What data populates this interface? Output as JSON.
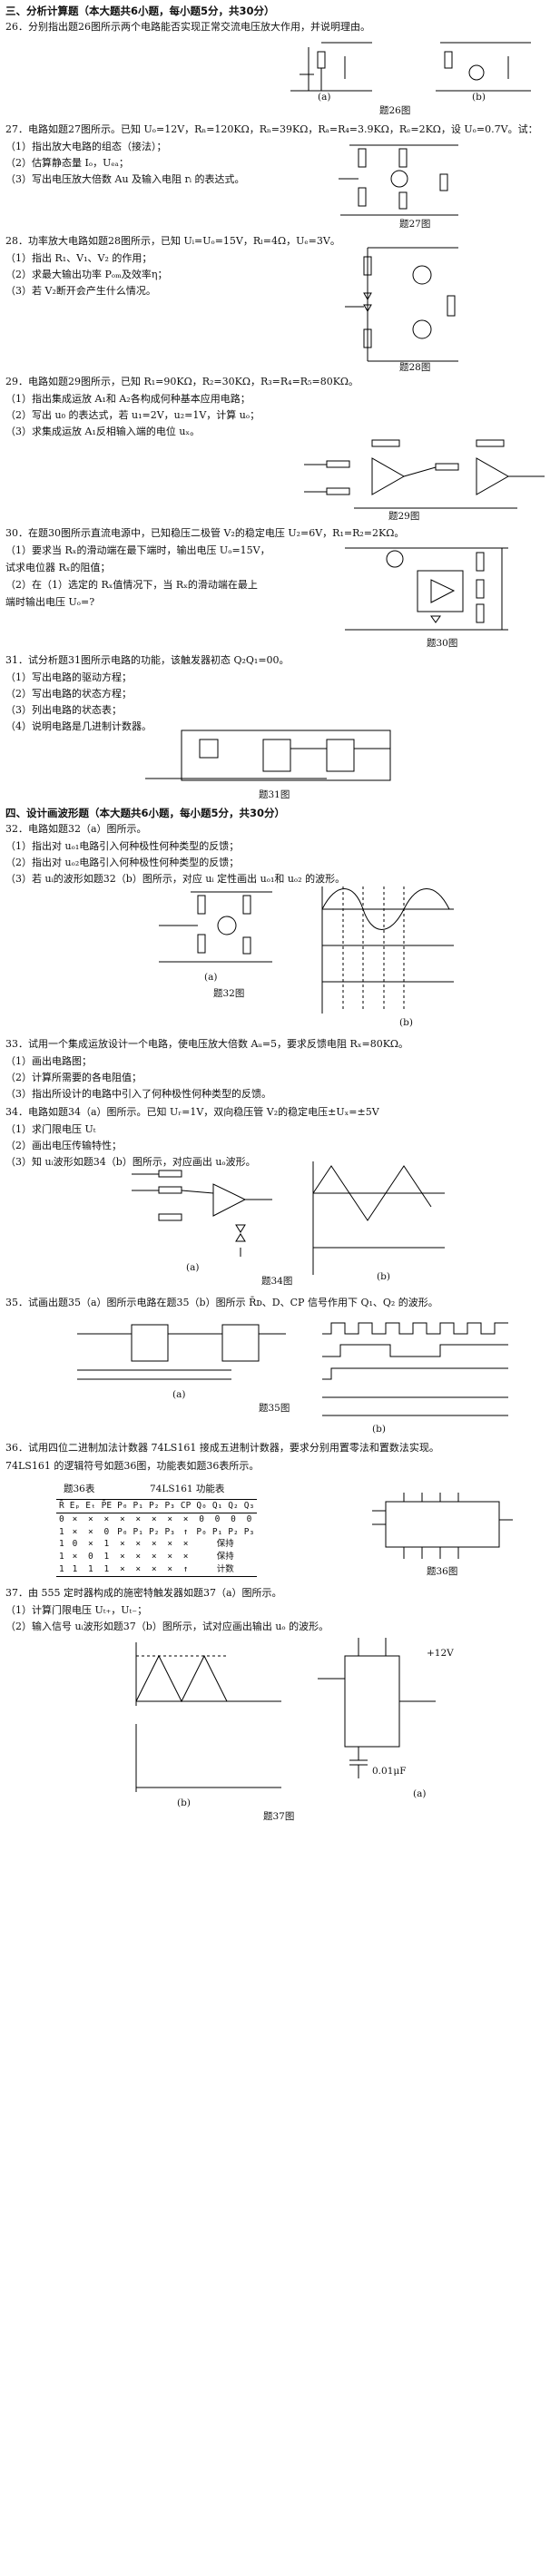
{
  "sections": {
    "s3": "三、分析计算题（本大题共6小题，每小题5分，共30分）",
    "s4": "四、设计画波形题（本大题共6小题，每小题5分，共30分）"
  },
  "q26": {
    "text": "26．分别指出题26图所示两个电路能否实现正常交流电压放大作用，并说明理由。",
    "caption": "题26图",
    "label_a": "(a)",
    "label_b": "(b)"
  },
  "q27": {
    "text": "27．电路如题27图所示。已知 Uₒ=12V，Rₙ=120KΩ，Rₙ=39KΩ，Rₐ=R₄=3.9KΩ，Rₑ=2KΩ，设 Uₒ=0.7V。试：",
    "items": [
      "（1）指出放大电路的组态（接法）；",
      "（2）估算静态量 Iₒ，Uₑₐ；",
      "（3）写出电压放大倍数 Au 及输入电阻 rᵢ 的表达式。"
    ],
    "caption": "题27图"
  },
  "q28": {
    "text": "28．功率放大电路如题28图所示，已知 Uᵢ=Uₒ=15V，Rₗ=4Ω，Uₑ=3V。",
    "items": [
      "（1）指出 R₁、V₁、V₂ 的作用；",
      "（2）求最大输出功率 Pₒₘ及效率η；",
      "（3）若 V₂断开会产生什么情况。"
    ],
    "caption": "题28图"
  },
  "q29": {
    "text": "29．电路如题29图所示，已知 R₁=90KΩ，R₂=30KΩ，R₃=R₄=R₅=80KΩ。",
    "items": [
      "（1）指出集成运放 A₁和 A₂各构成何种基本应用电路；",
      "（2）写出 u₀ 的表达式，若 u₁=2V，u₂=1V，计算 uₒ；",
      "（3）求集成运放 A₁反相输入端的电位 uₓ。"
    ],
    "caption": "题29图"
  },
  "q30": {
    "lines": [
      "30．在题30图所示直流电源中，已知稳压二极管 V₂的稳定电压 U₂=6V，R₁=R₂=2KΩ。",
      "（1）要求当 Rₓ的滑动端在最下端时，输出电压 Uₒ=15V，",
      "试求电位器 Rₓ的阻值；",
      "（2）在（1）选定的 Rₓ值情况下，当 Rₓ的滑动端在最上",
      "端时输出电压 Uₒ=?"
    ],
    "caption": "题30图"
  },
  "q31": {
    "text": "31．试分析题31图所示电路的功能，该触发器初态 Q₂Q₁=00。",
    "items": [
      "（1）写出电路的驱动方程；",
      "（2）写出电路的状态方程；",
      "（3）列出电路的状态表；",
      "（4）说明电路是几进制计数器。"
    ],
    "caption": "题31图"
  },
  "q32": {
    "text": "32．电路如题32（a）图所示。",
    "items": [
      "（1）指出对 uₒ₁电路引入何种极性何种类型的反馈；",
      "（2）指出对 uₒ₂电路引入何种极性何种类型的反馈；",
      "（3）若 uᵢ的波形如题32（b）图所示，对应 uᵢ 定性画出 uₒ₁和 uₒ₂ 的波形。"
    ],
    "caption": "题32图",
    "label_a": "(a)",
    "label_b": "(b)"
  },
  "q33": {
    "text": "33．试用一个集成运放设计一个电路，使电压放大倍数 Aᵤ=5，要求反馈电阻 Rₓ=80KΩ。",
    "items": [
      "（1）画出电路图；",
      "（2）计算所需要的各电阻值；",
      "（3）指出所设计的电路中引入了何种极性何种类型的反馈。"
    ]
  },
  "q34": {
    "text": "34．电路如题34（a）图所示。已知 Uᵣ=1V，双向稳压管 V₂的稳定电压±Uₓ=±5V",
    "items": [
      "（1）求门限电压 Uₜ",
      "（2）画出电压传输特性；",
      "（3）知 uᵢ波形如题34（b）图所示，对应画出 uₒ波形。"
    ],
    "caption": "题34图",
    "label_a": "(a)",
    "label_b": "(b)"
  },
  "q35": {
    "text": "35．试画出题35（a）图所示电路在题35（b）图所示 R̄ᴅ、D、CP 信号作用下 Q₁、Q₂ 的波形。",
    "caption": "题35图",
    "label_a": "(a)",
    "label_b": "(b)"
  },
  "q36": {
    "lines": [
      "36．试用四位二进制加法计数器 74LS161 接成五进制计数器，要求分别用置零法和置数法实现。",
      "74LS161 的逻辑符号如题36图，功能表如题36表所示。"
    ],
    "table_title": "题36表",
    "table_name": "74LS161 功能表",
    "headers": [
      "R̄",
      "Eₚ",
      "Eₜ",
      "P̄E",
      "P₀",
      "P₁",
      "P₂",
      "P₃",
      "CP",
      "Q₀",
      "Q₁",
      "Q₂",
      "Q₃"
    ],
    "rows": [
      [
        "0",
        "×",
        "×",
        "×",
        "×",
        "×",
        "×",
        "×",
        "×",
        "0",
        "0",
        "0",
        "0"
      ],
      [
        "1",
        "×",
        "×",
        "0",
        "P₀",
        "P₁",
        "P₂",
        "P₃",
        "↑",
        "P₀",
        "P₁",
        "P₂",
        "P₃"
      ],
      [
        "1",
        "0",
        "×",
        "1",
        "×",
        "×",
        "×",
        "×",
        "×",
        "保持",
        "",
        "",
        ""
      ],
      [
        "1",
        "×",
        "0",
        "1",
        "×",
        "×",
        "×",
        "×",
        "×",
        "保持",
        "",
        "",
        ""
      ],
      [
        "1",
        "1",
        "1",
        "1",
        "×",
        "×",
        "×",
        "×",
        "↑",
        "计数",
        "",
        "",
        ""
      ]
    ],
    "caption": "题36图"
  },
  "q37": {
    "text": "37．由 555 定时器构成的施密特触发器如题37（a）图所示。",
    "items": [
      "（1）计算门限电压 Uₜ₊，Uₜ₋；",
      "（2）输入信号 uᵢ波形如题37（b）图所示，试对应画出输出 uₒ 的波形。"
    ],
    "caption": "题37图",
    "label_a": "(a)",
    "label_b": "(b)",
    "vcc": "+12V",
    "cap": "0.01μF"
  }
}
